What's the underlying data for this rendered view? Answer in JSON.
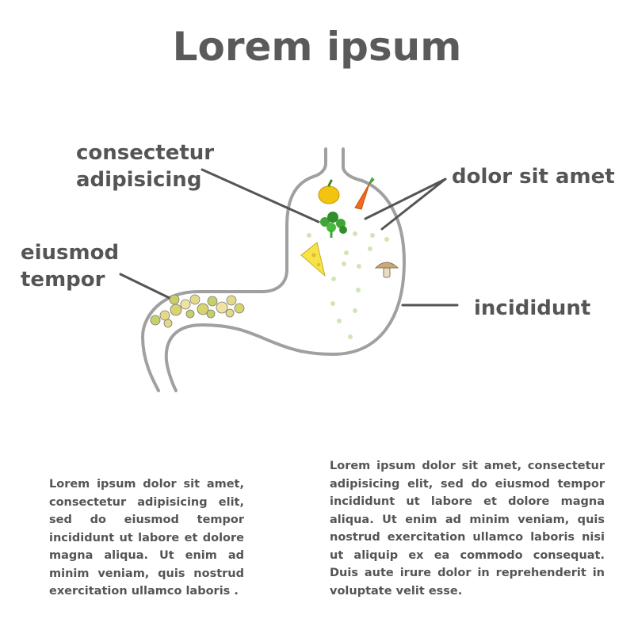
{
  "title": "Lorem ipsum",
  "labels": {
    "consectetur": [
      "consectetur",
      "adipisicing"
    ],
    "eiusmod": [
      "eiusmod",
      "tempor"
    ],
    "dolor": "dolor sit amet",
    "incididunt": "incididunt"
  },
  "paragraphs": {
    "left": "Lorem ipsum dolor sit amet, consectetur adipisicing elit, sed do eiusmod tempor incididunt ut labore et dolore magna aliqua. Ut enim ad minim veniam, quis nostrud exercitation ullamco laboris .",
    "right": "Lorem ipsum dolor sit amet, consectetur adipisicing elit, sed do eiusmod tempor incididunt ut labore et dolore magna aliqua. Ut enim ad minim veniam, quis nostrud exercitation ullamco laboris nisi ut aliquip ex ea commodo consequat. Duis aute irure dolor in reprehenderit in voluptate velit esse."
  },
  "colors": {
    "text": "#555555",
    "outline": "#a0a0a0",
    "pointer": "#555555",
    "pepper": "#f2c40f",
    "carrot": "#f26b1d",
    "broccoli": "#3fa535",
    "cheese": "#f7e24a",
    "mushroom": "#c9a979",
    "particles": "#cfe6b5",
    "chyme": "#e4d98a"
  },
  "icons": [
    "pepper-icon",
    "carrot-icon",
    "broccoli-icon",
    "cheese-icon",
    "mushroom-icon"
  ]
}
